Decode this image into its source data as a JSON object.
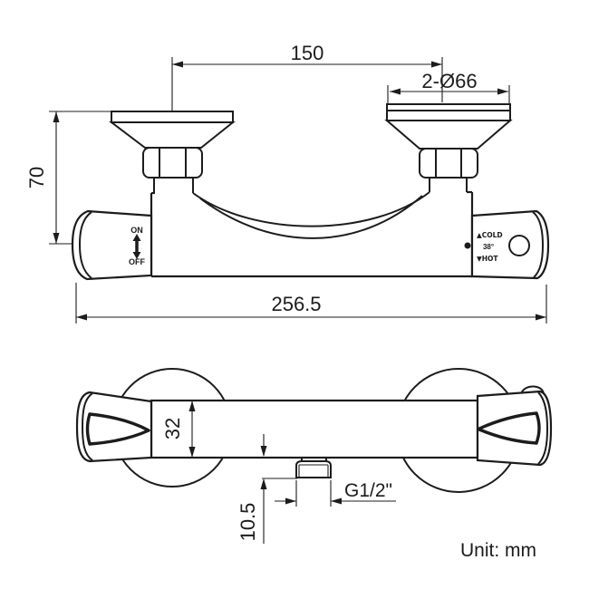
{
  "unit_note": "Unit: mm",
  "front_view": {
    "dims": {
      "inlet_spacing": "150",
      "escutcheon_diameter": "2-Ø66",
      "wall_offset": "70",
      "overall_length": "256.5"
    },
    "labels": {
      "on": "ON",
      "off": "OFF",
      "cold": "▲COLD",
      "temp": "38°",
      "hot": "▼HOT"
    }
  },
  "bottom_view": {
    "dims": {
      "body_diameter": "32",
      "outlet_projection": "10.5",
      "outlet_thread": "G1/2\""
    }
  },
  "colors": {
    "line": "#1c1c1c",
    "background": "#ffffff"
  }
}
